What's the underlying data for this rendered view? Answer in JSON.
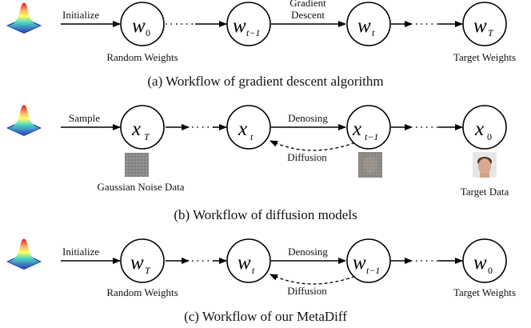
{
  "panel_a": {
    "caption": "(a)  Workflow of gradient descent algorithm",
    "initialize_label": "Initialize",
    "gradient_label_line1": "Gradient",
    "gradient_label_line2": "Descent",
    "random_weights_label": "Random Weights",
    "target_weights_label": "Target Weights",
    "nodes": [
      {
        "base": "w",
        "sub": "0"
      },
      {
        "base": "w",
        "sub": "t−1"
      },
      {
        "base": "w",
        "sub": "t"
      },
      {
        "base": "w",
        "sub": "T"
      }
    ]
  },
  "panel_b": {
    "caption": "(b)  Workflow of diffusion models",
    "sample_label": "Sample",
    "denoising_label": "Denosing",
    "diffusion_label": "Diffusion",
    "noise_label": "Gaussian Noise Data",
    "target_label": "Target Data",
    "nodes": [
      {
        "base": "x",
        "sub": "T"
      },
      {
        "base": "x",
        "sub": "t"
      },
      {
        "base": "x",
        "sub": "t−1"
      },
      {
        "base": "x",
        "sub": "0"
      }
    ]
  },
  "panel_c": {
    "caption": "(c)  Workflow of our MetaDiff",
    "initialize_label": "Initialize",
    "denoising_label": "Denosing",
    "diffusion_label": "Diffusion",
    "random_weights_label": "Random Weights",
    "target_weights_label": "Target Weights",
    "nodes": [
      {
        "base": "w",
        "sub": "T"
      },
      {
        "base": "w",
        "sub": "t"
      },
      {
        "base": "w",
        "sub": "t−1"
      },
      {
        "base": "w",
        "sub": "0"
      }
    ]
  },
  "colors": {
    "gaussian_peak": "#d7191c",
    "gaussian_base": "#2b3fbf"
  },
  "icons": [
    "gaussian-surface-icon",
    "noise-image",
    "noisy-face-image",
    "face-image"
  ]
}
